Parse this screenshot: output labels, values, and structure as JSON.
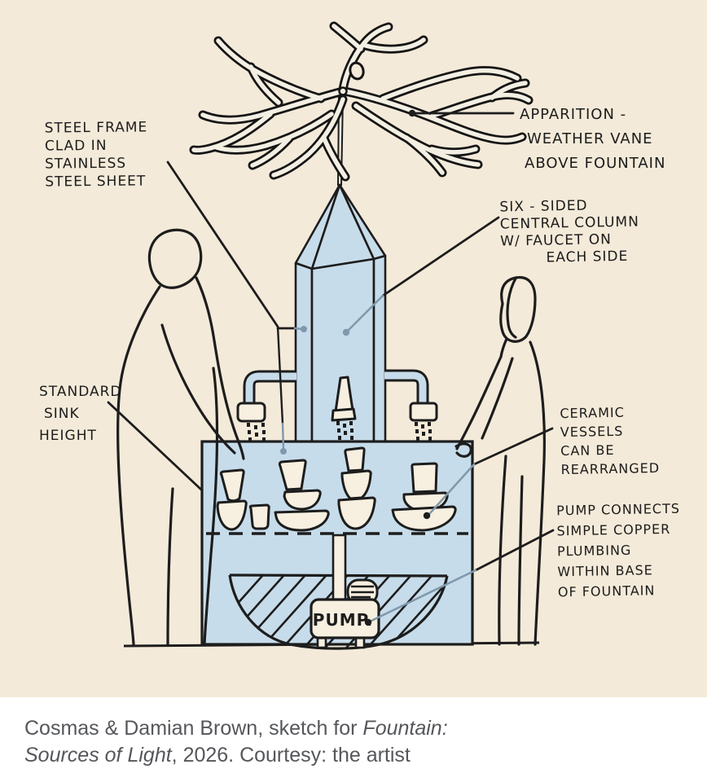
{
  "colors": {
    "background": "#f4ead9",
    "ink": "#1d1d1d",
    "fountain_blue": "#c7dcea",
    "vessel_cream": "#f7efe0",
    "leader_blue_gray": "#7f98ab",
    "caption_text": "#55575b",
    "caption_background": "#ffffff"
  },
  "annotations": {
    "steel_frame": {
      "lines": [
        "STEEL FRAME",
        "CLAD IN",
        "STAINLESS",
        "STEEL SHEET"
      ]
    },
    "apparition": {
      "lines": [
        "APPARITION -",
        "WEATHER VANE",
        "ABOVE FOUNTAIN"
      ]
    },
    "six_sided": {
      "lines": [
        "SIX - SIDED",
        "CENTRAL COLUMN",
        "W/ FAUCET ON",
        "EACH SIDE"
      ]
    },
    "standard_sink": {
      "lines": [
        "STANDARD",
        "SINK",
        "HEIGHT"
      ]
    },
    "ceramic": {
      "lines": [
        "CERAMIC",
        "VESSELS",
        "CAN BE",
        "REARRANGED"
      ]
    },
    "pump_note": {
      "lines": [
        "PUMP CONNECTS",
        "SIMPLE COPPER",
        "PLUMBING",
        "WITHIN BASE",
        "OF FOUNTAIN"
      ]
    }
  },
  "pump": {
    "label": "PUMP."
  },
  "caption": {
    "line1_normal": "Cosmas & Damian Brown, sketch for ",
    "line1_italic": "Fountain:",
    "line2_italic": "Sources of Light",
    "line2_normal": ", 2026. Courtesy: the artist"
  }
}
